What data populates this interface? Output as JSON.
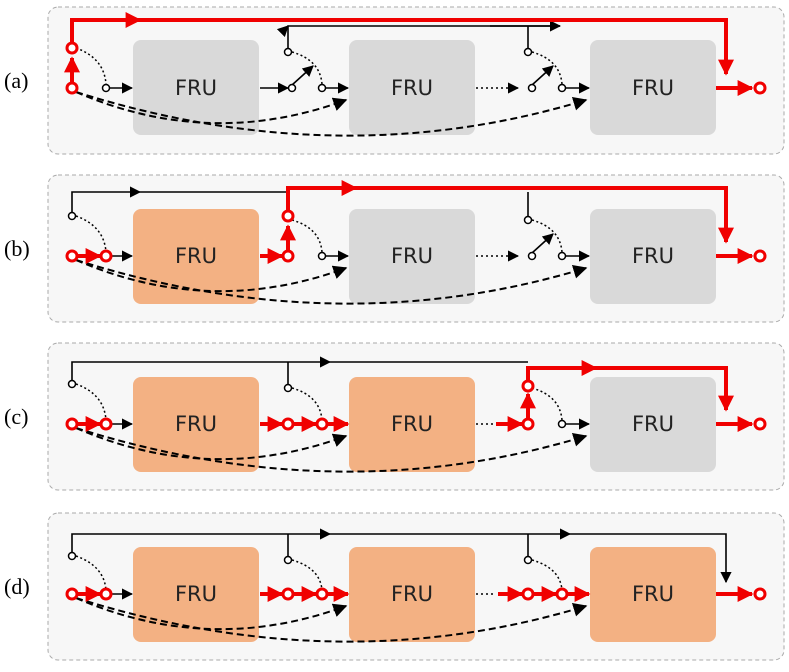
{
  "diagram": {
    "block_label": "FRU",
    "colors": {
      "active_path": "#f00000",
      "inactive_block": "#d9d9d9",
      "active_block": "#f3b183",
      "panel_fill": "#f7f7f7",
      "panel_border": "#aaaaaa",
      "wire": "#000000"
    },
    "panels": [
      {
        "label": "(a)",
        "active_blocks": 0
      },
      {
        "label": "(b)",
        "active_blocks": 1
      },
      {
        "label": "(c)",
        "active_blocks": 2
      },
      {
        "label": "(d)",
        "active_blocks": 3
      }
    ]
  }
}
